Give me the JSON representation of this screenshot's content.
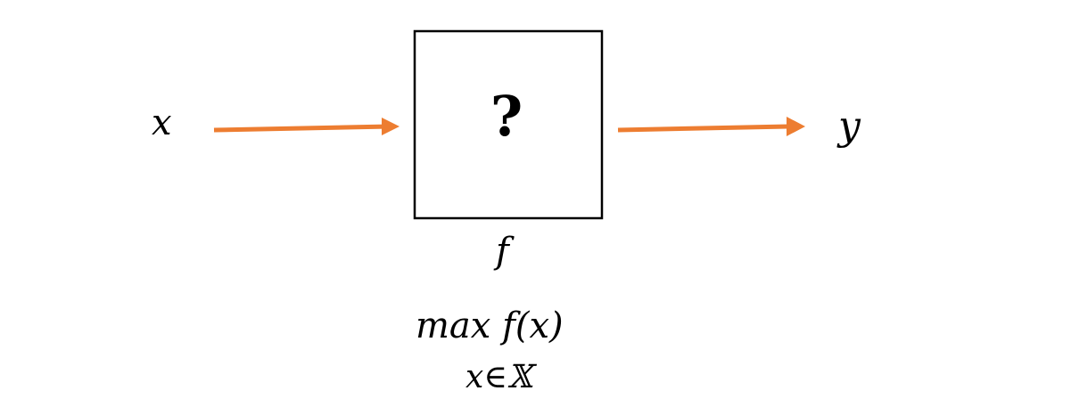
{
  "diagram": {
    "input_label": "x",
    "output_label": "y",
    "box_symbol": "?",
    "function_label": "f",
    "objective": {
      "operator": "max",
      "expression": "f(x)",
      "domain": "x∈𝕏"
    }
  },
  "colors": {
    "arrow": "#ED7D31",
    "stroke": "#000000",
    "background": "#FFFFFF"
  }
}
